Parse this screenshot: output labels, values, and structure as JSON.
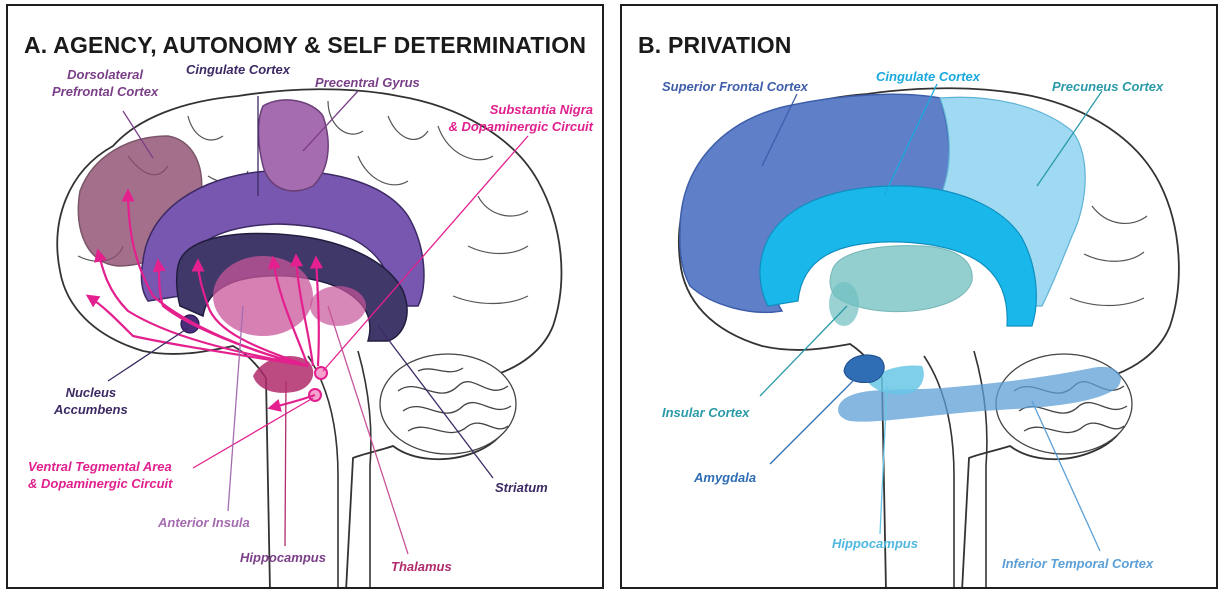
{
  "panel_a": {
    "title": "A. AGENCY, AUTONOMY & SELF DETERMINATION",
    "labels": {
      "dlpfc_1": "Dorsolateral",
      "dlpfc_2": "Prefrontal Cortex",
      "cingulate": "Cingulate Cortex",
      "precentral": "Precentral Gyrus",
      "sn_1": "Substantia Nigra",
      "sn_2": "& Dopaminergic Circuit",
      "nacc_1": "Nucleus",
      "nacc_2": "Accumbens",
      "vta_1": "Ventral Tegmental Area",
      "vta_2": "& Dopaminergic Circuit",
      "striatum": "Striatum",
      "insula": "Anterior Insula",
      "hippocampus": "Hippocampus",
      "thalamus": "Thalamus"
    }
  },
  "panel_b": {
    "title": "B. PRIVATION",
    "labels": {
      "superior_frontal": "Superior Frontal Cortex",
      "cingulate": "Cingulate Cortex",
      "precuneus": "Precuneus Cortex",
      "insular": "Insular Cortex",
      "amygdala": "Amygdala",
      "hippocampus": "Hippocampus",
      "inferior_temporal": "Inferior Temporal Cortex"
    }
  },
  "colors": {
    "dlpfc": "#8e4c6e",
    "cingulate_a": "#7757b0",
    "precentral": "#a66cb0",
    "striatum": "#3f3868",
    "thalamus_a": "#c8559a",
    "dopamine": "#e3208e",
    "superior_frontal": "#5f7fc9",
    "cingulate_b": "#1ab8ea",
    "precuneus": "#9fd9f2",
    "insular": "#6fbfc0",
    "amygdala": "#2f6db5",
    "hippocampus_b": "#69c7e6",
    "inferior_temporal": "#5c9fd6",
    "label_dark_purple": "#3d2a64",
    "label_purple": "#7a3f88",
    "label_pink": "#e0208e",
    "label_blue_dark": "#3f5eaa",
    "label_cyan": "#1aa9dd",
    "label_teal": "#2b9aa8"
  }
}
